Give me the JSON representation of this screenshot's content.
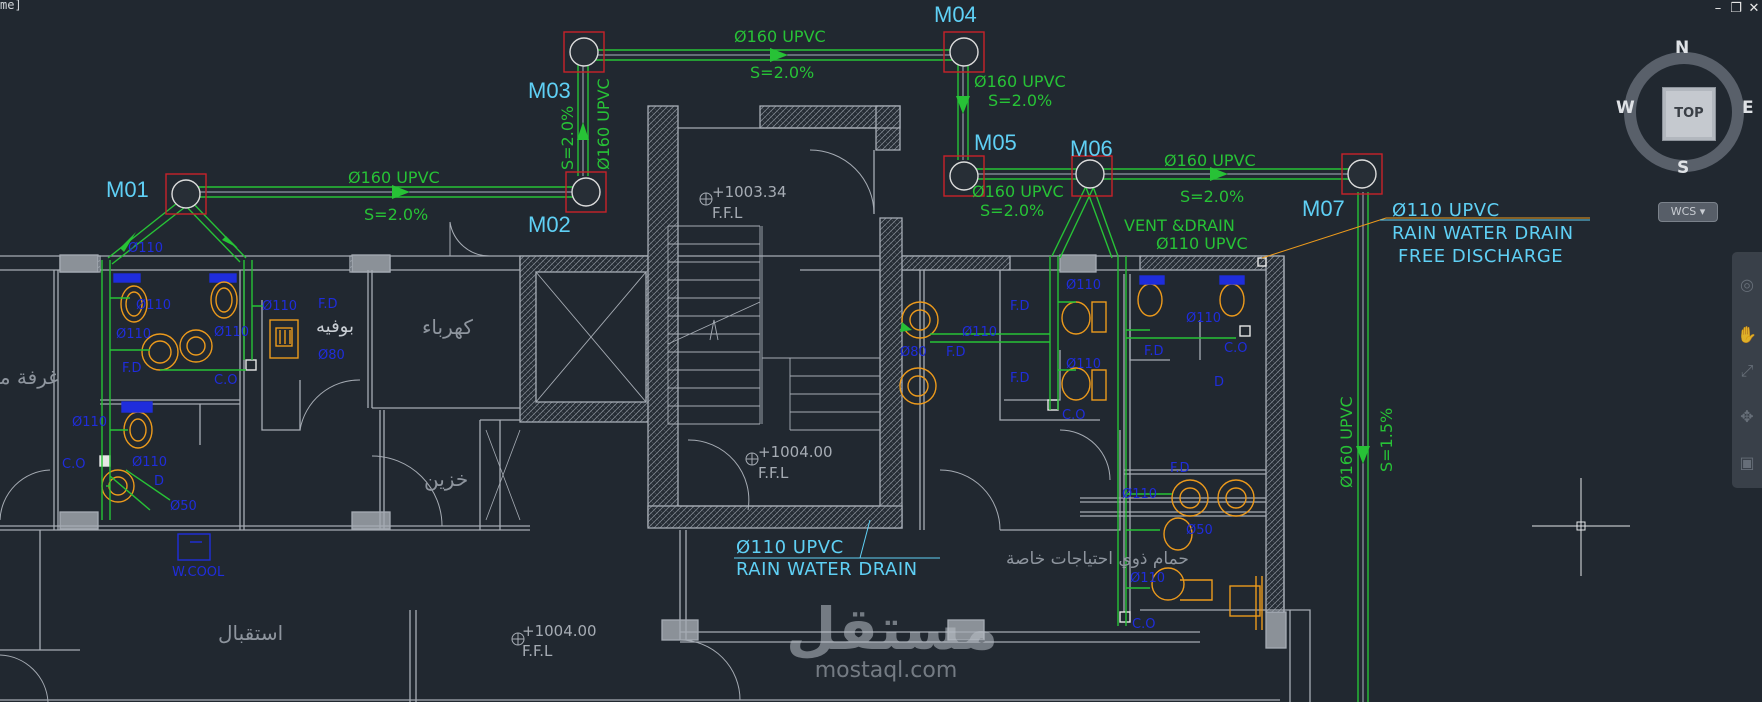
{
  "window": {
    "title_fragment": "me]",
    "buttons": {
      "minimize": "–",
      "restore": "❐",
      "close": "✕"
    }
  },
  "viewcube": {
    "north": "N",
    "south": "S",
    "east": "E",
    "west": "W",
    "face": "TOP"
  },
  "ucs": {
    "label": "WCS ▾"
  },
  "navbar": {
    "icons": [
      "steering-wheel-icon",
      "pan-icon",
      "zoom-extents-icon",
      "orbit-icon",
      "showmotion-icon"
    ]
  },
  "manholes": [
    {
      "id": "M01",
      "label": "M01"
    },
    {
      "id": "M02",
      "label": "M02"
    },
    {
      "id": "M03",
      "label": "M03"
    },
    {
      "id": "M04",
      "label": "M04"
    },
    {
      "id": "M05",
      "label": "M05"
    },
    {
      "id": "M06",
      "label": "M06"
    },
    {
      "id": "M07",
      "label": "M07"
    }
  ],
  "pipes": {
    "m01_m02": {
      "size": "Ø160 UPVC",
      "slope": "S=2.0%"
    },
    "m03_m04": {
      "size": "Ø160 UPVC",
      "slope": "S=2.0%"
    },
    "m02_m03": {
      "size": "Ø160 UPVC",
      "slope": "S=2.0%"
    },
    "m04_m05": {
      "size": "Ø160 UPVC",
      "slope": "S=2.0%"
    },
    "m05_m06": {
      "size": "Ø160 UPVC",
      "slope": "S=2.0%"
    },
    "m06_m07": {
      "size": "Ø160 UPVC",
      "slope": "S=2.0%"
    },
    "m07_down": {
      "size": "Ø160 UPVC",
      "slope": "S=1.5%"
    },
    "m01_branch": "Ø110",
    "vent_drain": {
      "line1": "VENT &DRAIN",
      "line2": "Ø110 UPVC"
    }
  },
  "notes": {
    "rain_free": {
      "line1": "Ø110  UPVC",
      "line2": "RAIN  WATER  DRAIN",
      "line3": "FREE  DISCHARGE"
    },
    "rain_drain": {
      "line1": "Ø110  UPVC",
      "line2": "RAIN  WATER  DRAIN"
    }
  },
  "levels": [
    {
      "value": "+1003.34",
      "tag": "F.F.L"
    },
    {
      "value": "+1004.00",
      "tag": "F.F.L"
    },
    {
      "value": "+1004.00",
      "tag": "F.F.L"
    }
  ],
  "fixture_labels": {
    "fd": "F.D",
    "co": "C.O",
    "d110": "Ø110",
    "d50": "Ø50",
    "d80": "Ø80",
    "d": "D",
    "wcool": "W.COOL"
  },
  "rooms": {
    "electric": "كهرباء",
    "buffet": "بوفيه",
    "storage": "خزين",
    "reception": "استقبال",
    "room_partial": "غرفة مـ",
    "accessible_wc": "حمام ذوي احتياجات خاصة"
  },
  "watermark": {
    "logo": "مستقل",
    "url": "mostaql.com"
  },
  "colors": {
    "background": "#212830",
    "walls": "#a6acb4",
    "pipe": "#27c236",
    "pipe_inner": "#a9b4c0",
    "label_cyan": "#5fd0f5",
    "blue": "#1f2ddc",
    "orange": "#ec9a1c",
    "manhole": "#c8222a"
  }
}
